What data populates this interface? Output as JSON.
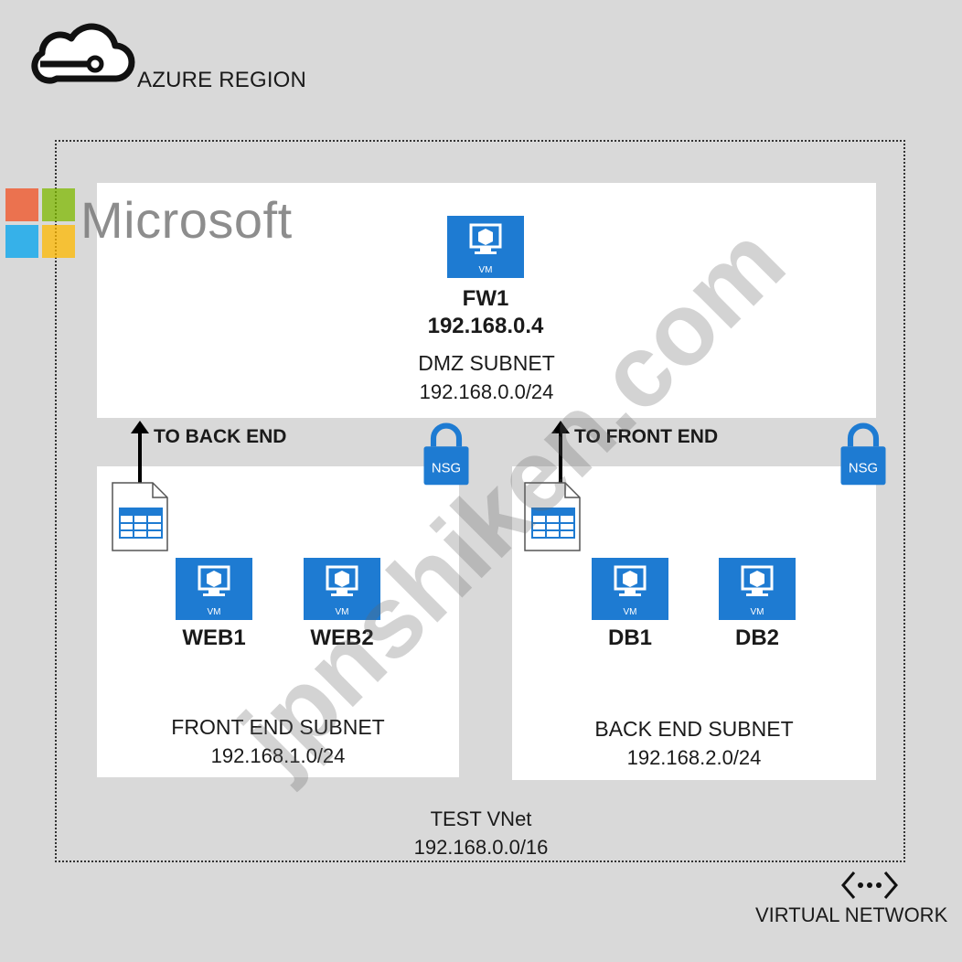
{
  "region": {
    "label": "AZURE REGION",
    "icon": "cloud-icon"
  },
  "branding": {
    "text": "Microsoft",
    "colors": [
      "#f25022",
      "#7fba00",
      "#00a4ef",
      "#ffb900"
    ]
  },
  "watermark": "jpnshiken.com",
  "dmz": {
    "vm": {
      "icon_text": "VM",
      "name": "FW1",
      "ip": "192.168.0.4"
    },
    "subnet_name": "DMZ SUBNET",
    "subnet_cidr": "192.168.0.0/24"
  },
  "front_end": {
    "vms": [
      {
        "icon_text": "VM",
        "name": "WEB1"
      },
      {
        "icon_text": "VM",
        "name": "WEB2"
      }
    ],
    "subnet_name": "FRONT END SUBNET",
    "subnet_cidr": "192.168.1.0/24",
    "route_label": "TO BACK END"
  },
  "back_end": {
    "vms": [
      {
        "icon_text": "VM",
        "name": "DB1"
      },
      {
        "icon_text": "VM",
        "name": "DB2"
      }
    ],
    "subnet_name": "BACK END SUBNET",
    "subnet_cidr": "192.168.2.0/24",
    "route_label": "TO FRONT END"
  },
  "nsg_label": "NSG",
  "vnet": {
    "name": "TEST VNet",
    "cidr": "192.168.0.0/16"
  },
  "legend": {
    "label": "VIRTUAL NETWORK",
    "icon": "virtual-network-icon"
  },
  "colors": {
    "azure_blue": "#1e7bd2",
    "background": "#d9d9d9"
  }
}
